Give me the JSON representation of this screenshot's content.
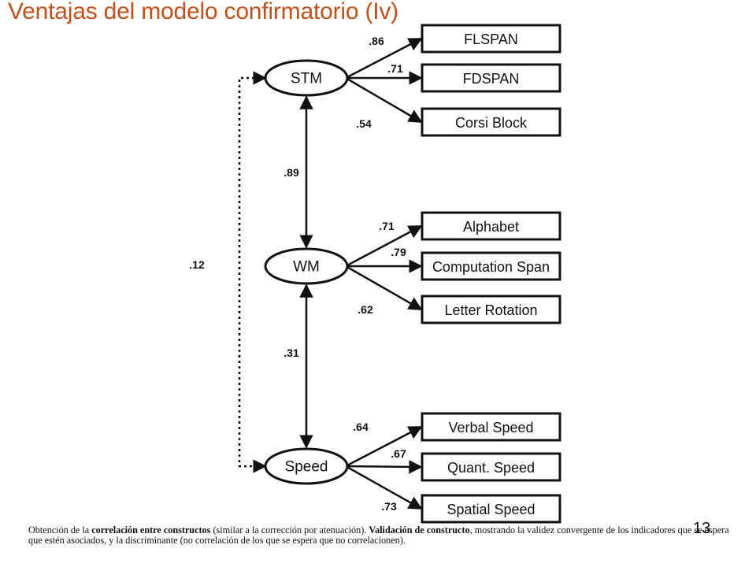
{
  "slide": {
    "title": "Ventajas del modelo confirmatorio (Iv)",
    "number": "13"
  },
  "diagram": {
    "latents": [
      {
        "id": "stm",
        "label": "STM"
      },
      {
        "id": "wm",
        "label": "WM"
      },
      {
        "id": "speed",
        "label": "Speed"
      }
    ],
    "indicators": [
      {
        "latent": "stm",
        "label": "FLSPAN",
        "loading": ".86"
      },
      {
        "latent": "stm",
        "label": "FDSPAN",
        "loading": ".71"
      },
      {
        "latent": "stm",
        "label": "Corsi Block",
        "loading": ".54"
      },
      {
        "latent": "wm",
        "label": "Alphabet",
        "loading": ".71"
      },
      {
        "latent": "wm",
        "label": "Computation Span",
        "loading": ".79"
      },
      {
        "latent": "wm",
        "label": "Letter Rotation",
        "loading": ".62"
      },
      {
        "latent": "speed",
        "label": "Verbal Speed",
        "loading": ".64"
      },
      {
        "latent": "speed",
        "label": "Quant. Speed",
        "loading": ".67"
      },
      {
        "latent": "speed",
        "label": "Spatial Speed",
        "loading": ".73"
      }
    ],
    "correlations": [
      {
        "from": "stm",
        "to": "wm",
        "value": ".89",
        "style": "solid"
      },
      {
        "from": "wm",
        "to": "speed",
        "value": ".31",
        "style": "solid"
      },
      {
        "from": "stm",
        "to": "speed",
        "value": ".12",
        "style": "dotted"
      }
    ],
    "colors": {
      "line": "#111111",
      "title": "#c0501c"
    }
  },
  "caption": {
    "part1": "Obtención de la ",
    "bold1": "correlación entre constructos",
    "part2": " (similar a la corrección por atenuación). ",
    "bold2": "Validación de constructo",
    "part3": ", mostrando la validez convergente de los indicadores que se espera que estén asociados, y la discriminante (no correlación de los que se espera que no correlacionen)."
  }
}
